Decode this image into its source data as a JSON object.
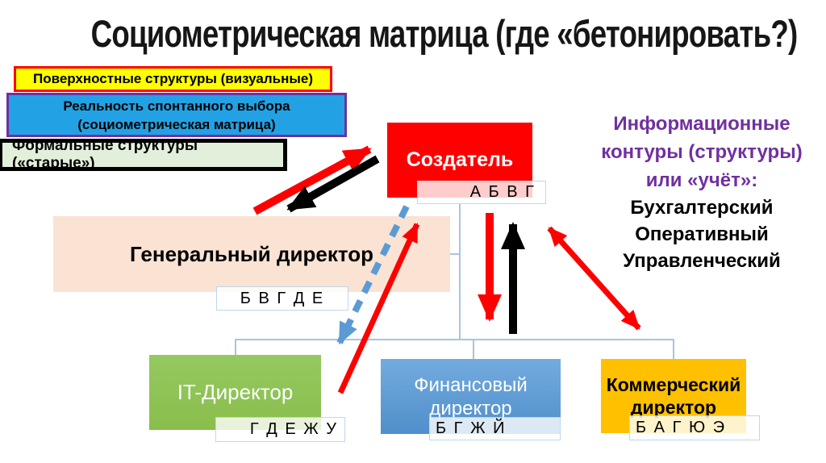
{
  "title": "Социометрическая матрица (где «бетонировать?)",
  "legend": [
    {
      "label": "Поверхностные структуры (визуальные)"
    },
    {
      "label": "Реальность спонтанного выбора\n(социометрическая матрица)"
    },
    {
      "label": "Формальные структуры («старые»)"
    }
  ],
  "org": {
    "creator": {
      "label": "Создатель",
      "choices": "А Б В Г"
    },
    "general": {
      "label": "Генеральный директор",
      "choices": "Б В Г Д Е"
    },
    "it": {
      "label": "IT-Директор",
      "choices": "Г Д Е Ж У"
    },
    "finance": {
      "label": "Финансовый\nдиректор",
      "choices": "Б Г Ж Й"
    },
    "commercial": {
      "label": "Коммерческий\nдиректор",
      "choices": "Б А Г Ю Э"
    }
  },
  "note": {
    "heading": "Информационные\nконтуры (структуры)\nили «учёт»:",
    "items": "Бухгалтерский\nОперативный\nУправленческий"
  },
  "arrows": [
    {
      "name": "general-to-creator",
      "style": "solid",
      "color": "#FE0000",
      "heads": "end"
    },
    {
      "name": "creator-to-general",
      "style": "solid",
      "color": "#000000",
      "heads": "end"
    },
    {
      "name": "creator-to-it",
      "style": "dashed",
      "color": "#5B9BD5",
      "heads": "end"
    },
    {
      "name": "it-to-creator",
      "style": "solid",
      "color": "#FE0000",
      "heads": "end"
    },
    {
      "name": "creator-down",
      "style": "solid",
      "color": "#FE0000",
      "heads": "end"
    },
    {
      "name": "finance-up",
      "style": "solid",
      "color": "#000000",
      "heads": "end"
    },
    {
      "name": "creator-commercial",
      "style": "solid",
      "color": "#FE0000",
      "heads": "both"
    }
  ],
  "colors": {
    "box_creator": "#FE0000",
    "box_general": "#FAE3D3",
    "box_it": "#8CC152",
    "box_finance": "#5B9BD5",
    "box_commercial": "#FFC000",
    "legend_surface_bg": "#FFFF00",
    "legend_surface_border": "#FE0000",
    "legend_reality_bg": "#22A2E4",
    "legend_reality_border": "#7030A0",
    "legend_formal_bg": "#E2EFDA",
    "note_heading_text": "#7030A0",
    "connector_line": "#A9C4DE"
  }
}
